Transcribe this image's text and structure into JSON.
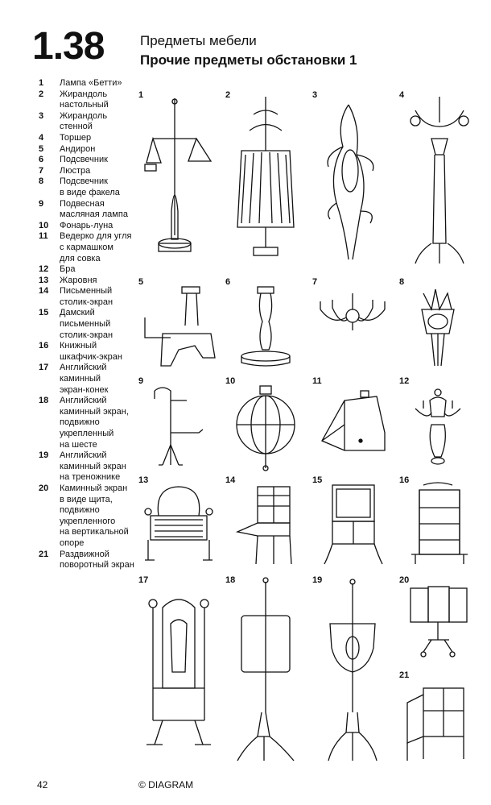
{
  "header": {
    "section_number": "1.38",
    "title": "Предметы мебели",
    "subtitle": "Прочие предметы обстановки 1"
  },
  "legend": [
    {
      "n": "1",
      "text": "Лампа «Бетти»"
    },
    {
      "n": "2",
      "text": "Жирандоль\nнастольный"
    },
    {
      "n": "3",
      "text": "Жирандоль\nстенной"
    },
    {
      "n": "4",
      "text": "Торшер"
    },
    {
      "n": "5",
      "text": "Андирон"
    },
    {
      "n": "6",
      "text": "Подсвечник"
    },
    {
      "n": "7",
      "text": "Люстра"
    },
    {
      "n": "8",
      "text": "Подсвечник\nв виде факела"
    },
    {
      "n": "9",
      "text": "Подвесная\nмасляная лампа"
    },
    {
      "n": "10",
      "text": "Фонарь-луна"
    },
    {
      "n": "11",
      "text": "Ведерко для угля\nс кармашком\nдля совка"
    },
    {
      "n": "12",
      "text": "Бра"
    },
    {
      "n": "13",
      "text": "Жаровня"
    },
    {
      "n": "14",
      "text": "Письменный\nстолик-экран"
    },
    {
      "n": "15",
      "text": "Дамский\nписьменный\nстолик-экран"
    },
    {
      "n": "16",
      "text": "Книжный\nшкафчик-экран"
    },
    {
      "n": "17",
      "text": "Английский\nкаминный\nэкран-конек"
    },
    {
      "n": "18",
      "text": "Английский\nкаминный экран,\nподвижно\nукрепленный\nна шесте"
    },
    {
      "n": "19",
      "text": "Английский\nкаминный экран\nна треножнике"
    },
    {
      "n": "20",
      "text": "Каминный экран\nв виде щита,\nподвижно\nукрепленного\nна вертикальной\nопоре"
    },
    {
      "n": "21",
      "text": "Раздвижной\nповоротный экран"
    }
  ],
  "figures": [
    {
      "n": "1",
      "icon": "betty-lamp-icon"
    },
    {
      "n": "2",
      "icon": "table-girandole-icon"
    },
    {
      "n": "3",
      "icon": "wall-girandole-icon"
    },
    {
      "n": "4",
      "icon": "floor-lamp-icon"
    },
    {
      "n": "5",
      "icon": "andiron-icon"
    },
    {
      "n": "6",
      "icon": "candlestick-icon"
    },
    {
      "n": "7",
      "icon": "chandelier-icon"
    },
    {
      "n": "8",
      "icon": "torch-candlestick-icon"
    },
    {
      "n": "9",
      "icon": "hanging-oil-lamp-icon"
    },
    {
      "n": "10",
      "icon": "moon-lantern-icon"
    },
    {
      "n": "11",
      "icon": "coal-scuttle-icon"
    },
    {
      "n": "12",
      "icon": "sconce-icon"
    },
    {
      "n": "13",
      "icon": "brazier-icon"
    },
    {
      "n": "14",
      "icon": "writing-desk-screen-icon"
    },
    {
      "n": "15",
      "icon": "ladies-desk-screen-icon"
    },
    {
      "n": "16",
      "icon": "bookcase-screen-icon"
    },
    {
      "n": "17",
      "icon": "cheval-fire-screen-icon"
    },
    {
      "n": "18",
      "icon": "pole-fire-screen-icon"
    },
    {
      "n": "19",
      "icon": "tripod-fire-screen-icon"
    },
    {
      "n": "20",
      "icon": "shield-fire-screen-icon"
    },
    {
      "n": "21",
      "icon": "folding-screen-icon"
    }
  ],
  "footer": {
    "page_number": "42",
    "copyright": "© DIAGRAM"
  }
}
